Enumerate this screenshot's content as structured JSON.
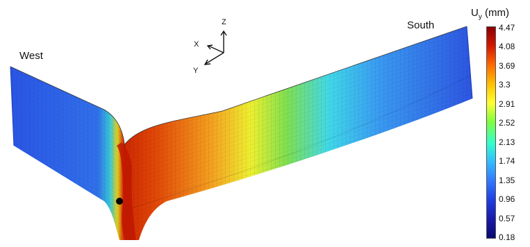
{
  "labels": {
    "west": "West",
    "south": "South"
  },
  "axes_triad": {
    "x": "X",
    "y": "Y",
    "z": "Z"
  },
  "legend": {
    "title_main": "U",
    "title_sub": "y",
    "title_unit": "(mm)",
    "ticks": [
      "4.47",
      "4.08",
      "3.69",
      "3.3",
      "2.91",
      "2.52",
      "2.13",
      "1.74",
      "1.35",
      "0.96",
      "0.57",
      "0.18"
    ],
    "colors": [
      "#8b0000",
      "#d21a00",
      "#ff6a00",
      "#ffc000",
      "#ffff33",
      "#7fff3f",
      "#33ffcc",
      "#33bbff",
      "#3377ff",
      "#1f3fe0",
      "#1a1aa8",
      "#0a0a70"
    ]
  },
  "contour_colors": {
    "max": "#c81e00",
    "high": "#f06010",
    "mid_high": "#f5b020",
    "mid": "#e8f030",
    "mid_low": "#70e060",
    "low_mid": "#40d8e8",
    "low": "#3a8ef0",
    "min": "#2a50e0"
  },
  "marker": {
    "description": ""
  }
}
